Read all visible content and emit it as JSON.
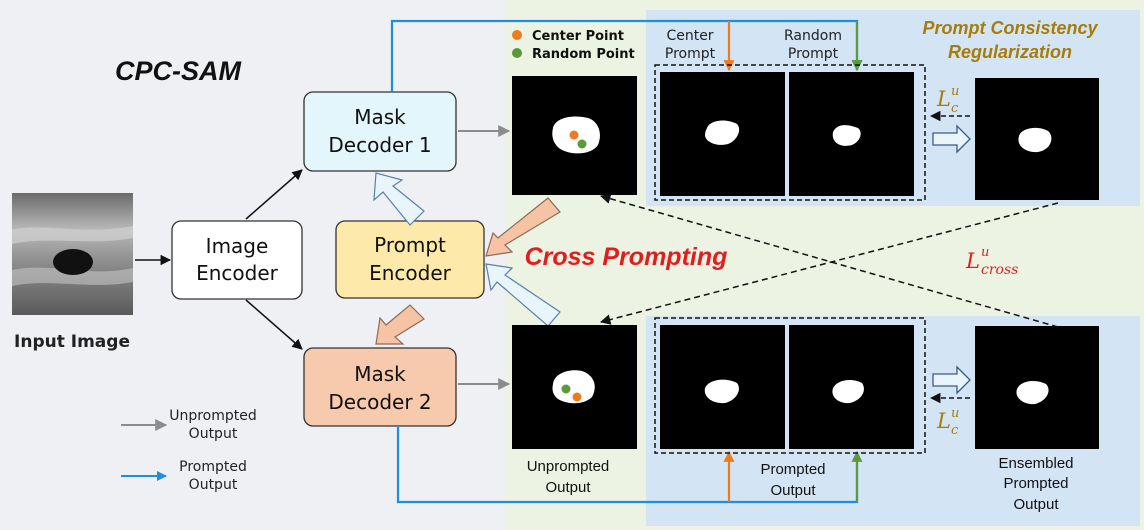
{
  "title": "CPC-SAM",
  "input": {
    "label": "Input Image"
  },
  "blocks": {
    "image_encoder": [
      "Image",
      "Encoder"
    ],
    "prompt_encoder": [
      "Prompt",
      "Encoder"
    ],
    "mask_decoder_1": [
      "Mask",
      "Decoder 1"
    ],
    "mask_decoder_2": [
      "Mask",
      "Decoder 2"
    ]
  },
  "cross_prompting": "Cross Prompting",
  "pcr_title": [
    "Prompt Consistency",
    "Regularization"
  ],
  "point_legend": {
    "center": "Center Point",
    "random": "Random Point"
  },
  "prompt_labels": {
    "center": [
      "Center",
      "Prompt"
    ],
    "random": [
      "Random",
      "Prompt"
    ]
  },
  "loss_labels": {
    "consistency_base": "L",
    "consistency_sub": "c",
    "consistency_sup": "u",
    "cross_base": "L",
    "cross_sub": "cross",
    "cross_sup": "u"
  },
  "captions": {
    "unprompted": [
      "Unprompted",
      "Output"
    ],
    "prompted": [
      "Prompted",
      "Output"
    ],
    "ensembled": [
      "Ensembled",
      "Prompted",
      "Output"
    ]
  },
  "arrow_legend": {
    "unprompted": [
      "Unprompted",
      "Output"
    ],
    "prompted": [
      "Prompted",
      "Output"
    ]
  },
  "colors": {
    "left_bg": "#eef0f4",
    "green_bg": "#edf3e2",
    "blue_panel": "#d3e4f4",
    "decoder1": "#e2f6fb",
    "decoder2": "#f7c9ad",
    "prompt_encoder": "#fde9a9",
    "blue_arrow": "#1f8ee0",
    "gray_arrow": "#8c8c8c",
    "orange": "#ee7b1d",
    "green": "#5a9a3a",
    "red": "#e01e1e",
    "gold": "#a67c0a"
  }
}
